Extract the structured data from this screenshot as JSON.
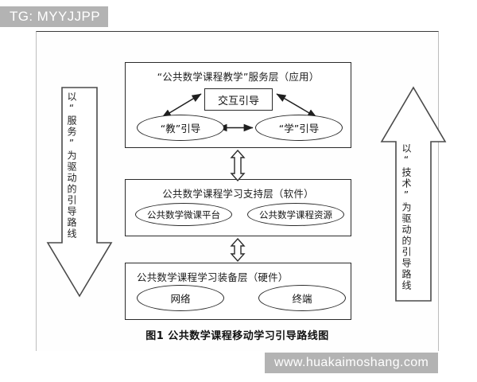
{
  "watermarks": {
    "tg_tag": "TG: MYYJJPP",
    "site": "www.huakaimoshang.com"
  },
  "figure": {
    "caption": "图1  公共数学课程移动学习引导路线图"
  },
  "layers": [
    {
      "id": "application",
      "title": "“公共数学课程教学”服务层（应用）",
      "title_align": "center",
      "nodes": [
        {
          "id": "interactive-guide",
          "label": "交互引导",
          "shape": "rect"
        },
        {
          "id": "teach-guide",
          "label": "“教”引导",
          "shape": "ellipse"
        },
        {
          "id": "learn-guide",
          "label": "“学”引导",
          "shape": "ellipse"
        }
      ]
    },
    {
      "id": "software",
      "title": "公共数学课程学习支持层（软件）",
      "title_align": "center",
      "nodes": [
        {
          "id": "micro-course-platform",
          "label": "公共数学微课平台",
          "shape": "ellipse"
        },
        {
          "id": "course-resources",
          "label": "公共数学课程资源",
          "shape": "ellipse"
        }
      ]
    },
    {
      "id": "hardware",
      "title": "公共数学课程学习装备层（硬件）",
      "title_align": "left",
      "nodes": [
        {
          "id": "network",
          "label": "网络",
          "shape": "ellipse"
        },
        {
          "id": "terminal",
          "label": "终端",
          "shape": "ellipse"
        }
      ]
    }
  ],
  "route_arrows": [
    {
      "id": "service-driven",
      "label": "以“服务”为驱动的引导路线",
      "direction": "down",
      "side": "left"
    },
    {
      "id": "technology-driven",
      "label": "以“技术”为驱动的引导路线",
      "direction": "up",
      "side": "right"
    }
  ],
  "connectors": [
    {
      "id": "application-software",
      "style": "hollow-double-vertical"
    },
    {
      "id": "software-hardware",
      "style": "hollow-double-vertical"
    },
    {
      "id": "teach-interactive",
      "style": "thin-double-diagonal"
    },
    {
      "id": "learn-interactive",
      "style": "thin-double-diagonal"
    },
    {
      "id": "teach-learn",
      "style": "thin-double-horizontal"
    }
  ],
  "colors": {
    "stroke": "#2b2b2b",
    "page_border_top": "#3b3b3b",
    "page_border_side": "#bdbdbd",
    "watermark_bg": "#b3b3b3",
    "watermark_fg": "#ffffff",
    "background": "#ffffff"
  }
}
